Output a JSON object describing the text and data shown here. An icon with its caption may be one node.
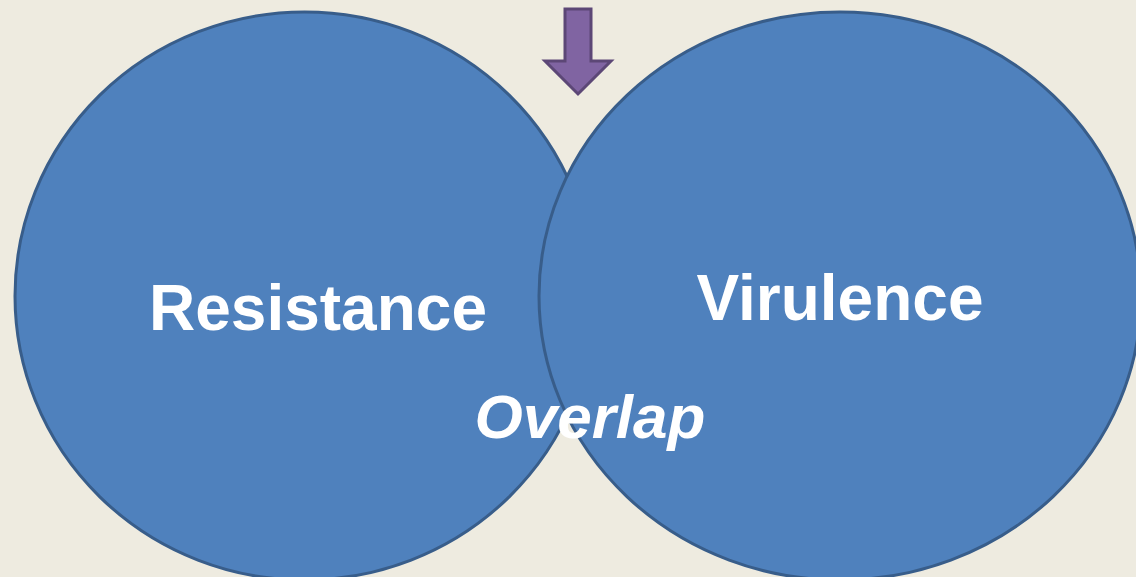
{
  "diagram": {
    "nodes": [
      {
        "text": [
          "Resistance"
        ]
      },
      {
        "text": [
          "Virulence"
        ]
      }
    ],
    "edges": [
      {
        "from": null,
        "to": 1,
        "arrow": "to"
      }
    ],
    "labels": [
      "Overlap"
    ]
  }
}
